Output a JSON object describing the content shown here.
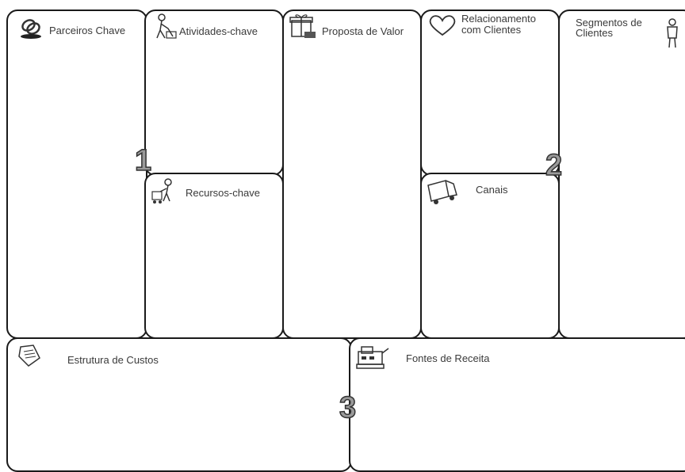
{
  "blocks": {
    "parceiros": "Parceiros Chave",
    "atividades": "Atividades-chave",
    "recursos": "Recursos-chave",
    "proposta": "Proposta de Valor",
    "relacionamento_1": "Relacionamento",
    "relacionamento_2": "com Clientes",
    "canais": "Canais",
    "segmentos_1": "Segmentos de",
    "segmentos_2": "Clientes",
    "custos": "Estrutura de Custos",
    "receita": "Fontes de Receita"
  },
  "numbers": {
    "one": "1",
    "two": "2",
    "three": "3"
  },
  "icons": {
    "parceiros": "chain-link-icon",
    "atividades": "worker-icon",
    "recursos": "worker-with-cart-icon",
    "proposta": "gift-box-icon",
    "relacionamento": "heart-icon",
    "canais": "delivery-truck-icon",
    "segmentos": "person-icon",
    "custos": "price-tag-icon",
    "receita": "cash-register-icon"
  }
}
